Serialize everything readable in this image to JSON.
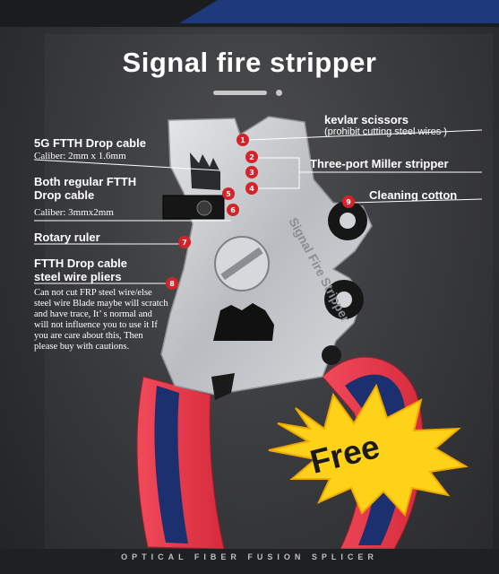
{
  "title": "Signal fire stripper",
  "tool_engraving": "Signal Fire Stripper",
  "labels": {
    "kevlar": "kevlar scissors",
    "kevlar_note": "(prohibit cutting steel wires )",
    "ftth5g": "5G  FTTH Drop cable",
    "ftth5g_caliber": "Caliber: 2mm x 1.6mm",
    "miller": "Three-port Miller stripper",
    "regular_line1": "Both regular  FTTH",
    "regular_line2": "Drop cable",
    "regular_caliber": "Caliber: 3mmx2mm",
    "cotton": "Cleaning cotton",
    "ruler": "Rotary ruler",
    "pliers_line1": "FTTH Drop cable",
    "pliers_line2": "steel wire pliers",
    "pliers_note": "Can not cut FRP steel wire/else steel wire Blade maybe will scratch and have trace, It’ s normal and will not influence you to use it If you are care about this, Then please buy with cautions."
  },
  "markers": [
    "1",
    "2",
    "3",
    "4",
    "5",
    "6",
    "7",
    "8",
    "9"
  ],
  "badge": "Free",
  "footer": "OPTICAL FIBER FUSION SPLICER",
  "colors": {
    "background": "#2b2c2e",
    "marker_red": "#d4232a",
    "handle_red": "#e8394a",
    "handle_blue": "#1c2f6e",
    "burst_yellow": "#ffd21a",
    "steel": "#c9cbce"
  }
}
